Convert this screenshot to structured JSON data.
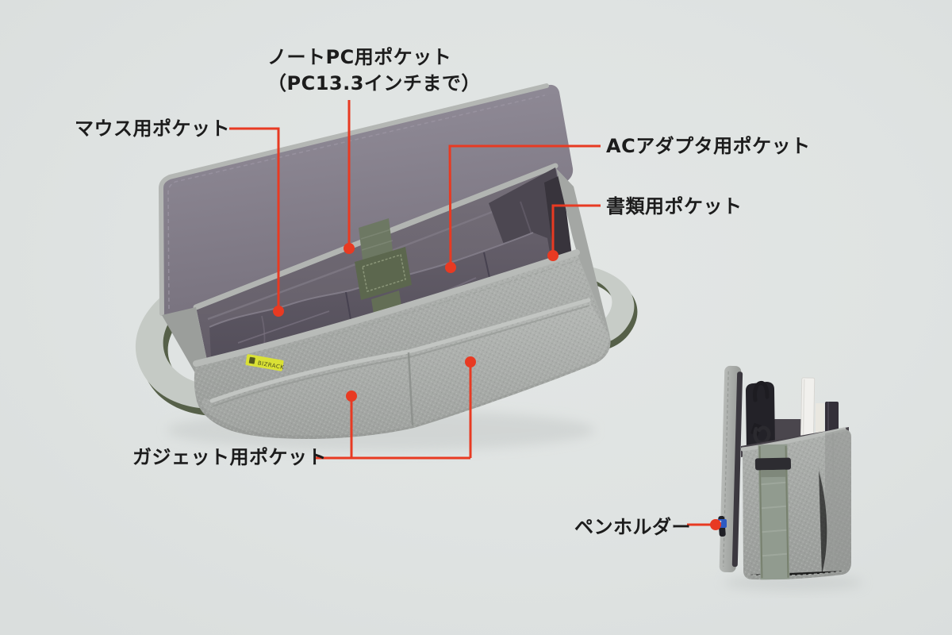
{
  "page": {
    "type": "product-feature-diagram",
    "background_color": "#dfe3e2",
    "accent_red": "#e83a22",
    "label_text_color": "#1c1c1c"
  },
  "labels": {
    "pc_pocket": {
      "line1": "ノートPC用ポケット",
      "line2": "（PC13.3インチまで）"
    },
    "mouse_pocket": {
      "text": "マウス用ポケット"
    },
    "ac_adapter_pocket": {
      "text": "ACアダプタ用ポケット"
    },
    "document_pocket": {
      "text": "書類用ポケット"
    },
    "gadget_pocket": {
      "text": "ガジェット用ポケット"
    },
    "pen_holder": {
      "text": "ペンホルダー"
    }
  },
  "brand_tag": {
    "text": "BIZRACK",
    "color": "#dae135"
  }
}
